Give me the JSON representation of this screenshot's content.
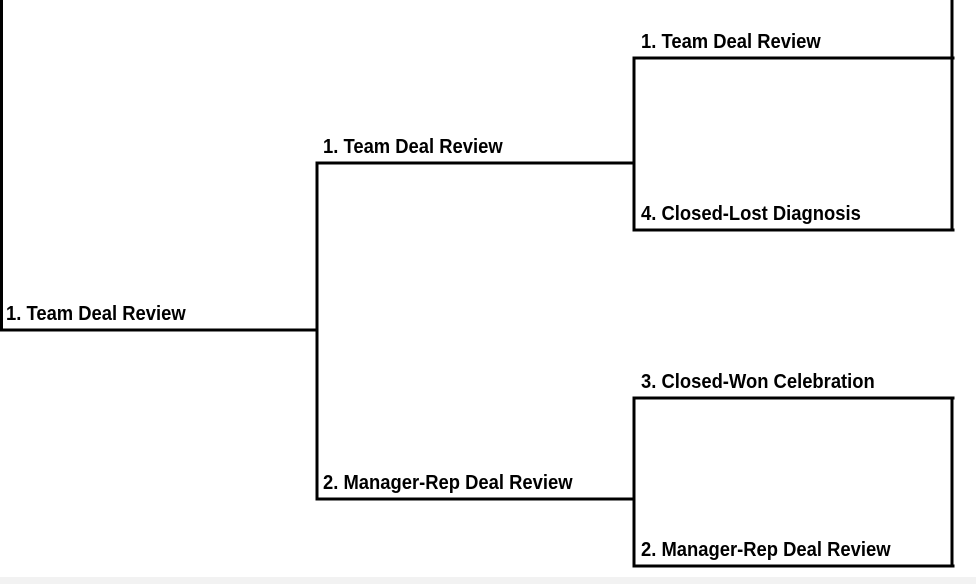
{
  "bracket": {
    "final": {
      "winner": "1. Team Deal Review"
    },
    "semifinals": {
      "top": "1. Team Deal Review",
      "bottom": "2. Manager-Rep Deal Review"
    },
    "quarterfinals": {
      "slot1": "1. Team Deal Review",
      "slot2": "4. Closed-Lost Diagnosis",
      "slot3": "3. Closed-Won Celebration",
      "slot4": "2. Manager-Rep Deal Review"
    }
  },
  "colors": {
    "line": "#000000",
    "background": "#ffffff"
  }
}
